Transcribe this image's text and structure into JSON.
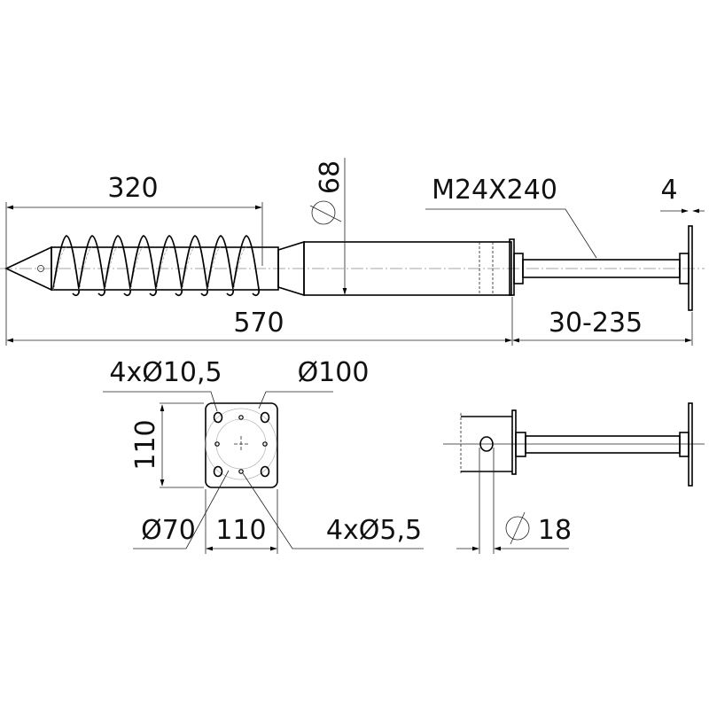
{
  "drawing": {
    "main_view": {
      "screw_length": "320",
      "total_length": "570",
      "tube_diameter": "68",
      "rod_spec": "M24X240",
      "plate_thickness": "4",
      "adjust_range": "30-235"
    },
    "plate_view": {
      "corner_holes": "4xØ10,5",
      "bolt_circle_outer": "Ø100",
      "bolt_circle_inner": "Ø70",
      "small_holes": "4xØ5,5",
      "height": "110",
      "width": "110"
    },
    "side_view": {
      "pin_hole_diameter": "18"
    }
  }
}
